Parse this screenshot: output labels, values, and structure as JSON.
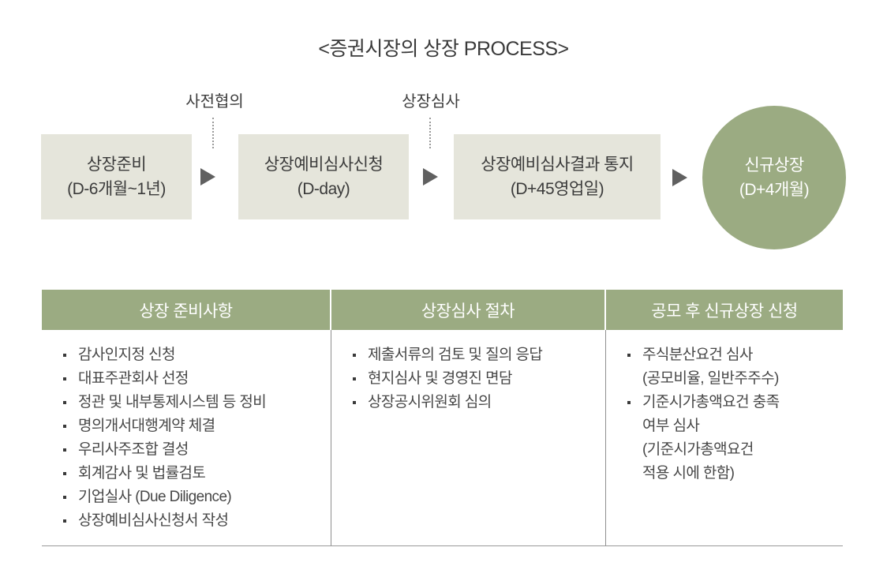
{
  "title": "<증권시장의 상장 PROCESS>",
  "flow": {
    "annotations": [
      {
        "label": "사전협의"
      },
      {
        "label": "상장심사"
      }
    ],
    "steps": [
      {
        "name": "상장준비",
        "timing": "(D-6개월~1년)",
        "shape": "box"
      },
      {
        "name": "상장예비심사신청",
        "timing": "(D-day)",
        "shape": "box"
      },
      {
        "name": "상장예비심사결과 통지",
        "timing": "(D+45영업일)",
        "shape": "box"
      },
      {
        "name": "신규상장",
        "timing": "(D+4개월)",
        "shape": "circle"
      }
    ]
  },
  "table": {
    "columns": [
      {
        "header": "상장 준비사항",
        "items": [
          {
            "lines": [
              "감사인지정 신청"
            ]
          },
          {
            "lines": [
              "대표주관회사 선정"
            ]
          },
          {
            "lines": [
              "정관 및 내부통제시스템 등 정비"
            ]
          },
          {
            "lines": [
              "명의개서대행계약 체결"
            ]
          },
          {
            "lines": [
              "우리사주조합 결성"
            ]
          },
          {
            "lines": [
              "회계감사 및 법률검토"
            ]
          },
          {
            "lines": [
              "기업실사 (Due Diligence)"
            ]
          },
          {
            "lines": [
              "상장예비심사신청서 작성"
            ]
          }
        ]
      },
      {
        "header": "상장심사 절차",
        "items": [
          {
            "lines": [
              "제출서류의 검토 및 질의 응답"
            ]
          },
          {
            "lines": [
              "현지심사 및 경영진 면담"
            ]
          },
          {
            "lines": [
              "상장공시위원회 심의"
            ]
          }
        ]
      },
      {
        "header": "공모 후 신규상장 신청",
        "items": [
          {
            "lines": [
              "주식분산요건 심사",
              "(공모비율, 일반주주수)"
            ]
          },
          {
            "lines": [
              "기준시가총액요건 충족",
              "여부 심사",
              "(기준시가총액요건",
              "적용 시에 한함)"
            ]
          }
        ]
      }
    ]
  },
  "colors": {
    "accent_green": "#9BAB82",
    "box_fill": "#E5E5DB",
    "arrow_gray": "#606060",
    "divider_gray": "#8F8F8F"
  }
}
